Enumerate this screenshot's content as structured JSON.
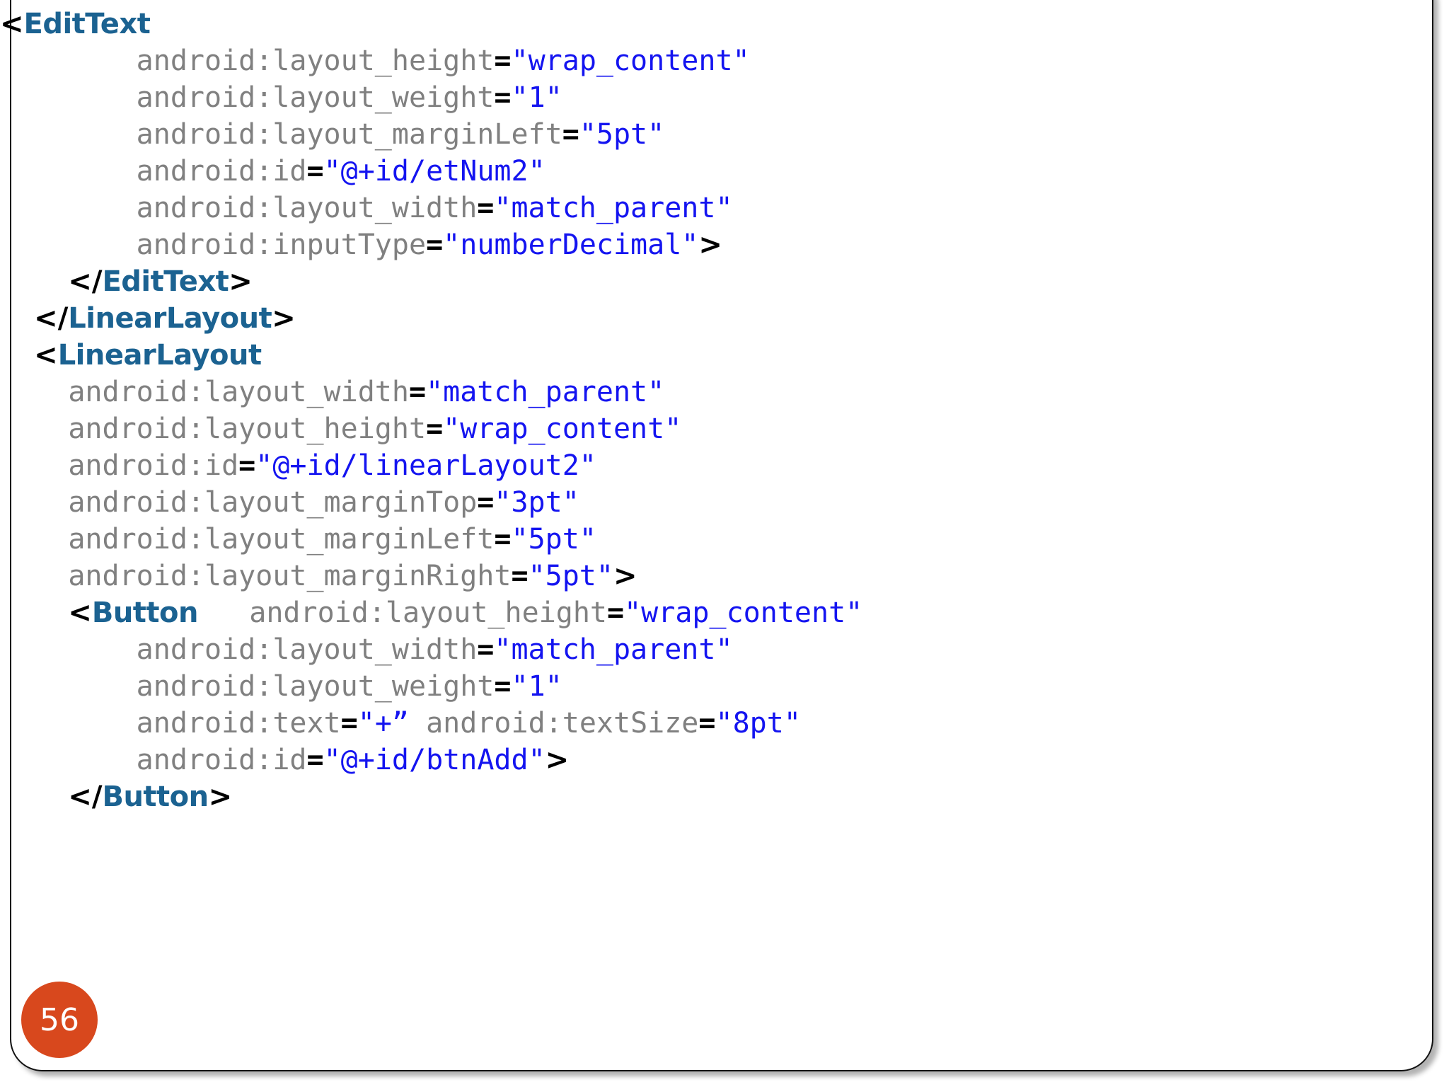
{
  "slide": {
    "page_number": "56",
    "colors": {
      "tag": "#1B6291",
      "attribute": "#808080",
      "value": "#1414F0",
      "punctuation": "#000000",
      "badge_background": "#D8481D",
      "badge_text": "#FFFFFF",
      "card_background": "#FFFFFF",
      "card_border": "#111111"
    }
  },
  "code": {
    "language": "xml",
    "lines": [
      {
        "indent": 0,
        "tokens": [
          {
            "type": "punct",
            "text": "<"
          },
          {
            "type": "tag",
            "text": "EditText"
          }
        ]
      },
      {
        "indent": 4,
        "tokens": [
          {
            "type": "attr",
            "text": "android:layout_height"
          },
          {
            "type": "eq",
            "text": "="
          },
          {
            "type": "val",
            "text": "\"wrap_content\""
          }
        ]
      },
      {
        "indent": 4,
        "tokens": [
          {
            "type": "attr",
            "text": "android:layout_weight"
          },
          {
            "type": "eq",
            "text": "="
          },
          {
            "type": "val",
            "text": "\"1\""
          }
        ]
      },
      {
        "indent": 4,
        "tokens": [
          {
            "type": "attr",
            "text": "android:layout_marginLeft"
          },
          {
            "type": "eq",
            "text": "="
          },
          {
            "type": "val",
            "text": "\"5pt\""
          }
        ]
      },
      {
        "indent": 4,
        "tokens": [
          {
            "type": "attr",
            "text": "android:id"
          },
          {
            "type": "eq",
            "text": "="
          },
          {
            "type": "val",
            "text": "\"@+id/etNum2\""
          }
        ]
      },
      {
        "indent": 4,
        "tokens": [
          {
            "type": "attr",
            "text": "android:layout_width"
          },
          {
            "type": "eq",
            "text": "="
          },
          {
            "type": "val",
            "text": "\"match_parent\""
          }
        ]
      },
      {
        "indent": 4,
        "tokens": [
          {
            "type": "attr",
            "text": "android:inputType"
          },
          {
            "type": "eq",
            "text": "="
          },
          {
            "type": "val",
            "text": "\"numberDecimal\""
          },
          {
            "type": "punct",
            "text": ">"
          }
        ]
      },
      {
        "indent": 2,
        "tokens": [
          {
            "type": "punct",
            "text": "</"
          },
          {
            "type": "tag",
            "text": "EditText"
          },
          {
            "type": "punct",
            "text": ">"
          }
        ]
      },
      {
        "indent": 1,
        "tokens": [
          {
            "type": "punct",
            "text": "</"
          },
          {
            "type": "tag",
            "text": "LinearLayout"
          },
          {
            "type": "punct",
            "text": ">"
          }
        ]
      },
      {
        "indent": 1,
        "tokens": [
          {
            "type": "punct",
            "text": "<"
          },
          {
            "type": "tag",
            "text": "LinearLayout"
          }
        ]
      },
      {
        "indent": 2,
        "tokens": [
          {
            "type": "attr",
            "text": "android:layout_width"
          },
          {
            "type": "eq",
            "text": "="
          },
          {
            "type": "val",
            "text": "\"match_parent\""
          }
        ]
      },
      {
        "indent": 2,
        "tokens": [
          {
            "type": "attr",
            "text": "android:layout_height"
          },
          {
            "type": "eq",
            "text": "="
          },
          {
            "type": "val",
            "text": "\"wrap_content\""
          }
        ]
      },
      {
        "indent": 2,
        "tokens": [
          {
            "type": "attr",
            "text": "android:id"
          },
          {
            "type": "eq",
            "text": "="
          },
          {
            "type": "val",
            "text": "\"@+id/linearLayout2\""
          }
        ]
      },
      {
        "indent": 2,
        "tokens": [
          {
            "type": "attr",
            "text": "android:layout_marginTop"
          },
          {
            "type": "eq",
            "text": "="
          },
          {
            "type": "val",
            "text": "\"3pt\""
          }
        ]
      },
      {
        "indent": 2,
        "tokens": [
          {
            "type": "attr",
            "text": "android:layout_marginLeft"
          },
          {
            "type": "eq",
            "text": "="
          },
          {
            "type": "val",
            "text": "\"5pt\""
          }
        ]
      },
      {
        "indent": 2,
        "tokens": [
          {
            "type": "attr",
            "text": "android:layout_marginRight"
          },
          {
            "type": "eq",
            "text": "="
          },
          {
            "type": "val",
            "text": "\"5pt\""
          },
          {
            "type": "punct",
            "text": ">"
          }
        ]
      },
      {
        "indent": 2,
        "tokens": [
          {
            "type": "punct",
            "text": "<"
          },
          {
            "type": "tag",
            "text": "Button"
          },
          {
            "type": "gap",
            "text": "   "
          },
          {
            "type": "attr",
            "text": "android:layout_height"
          },
          {
            "type": "eq",
            "text": "="
          },
          {
            "type": "val",
            "text": "\"wrap_content\""
          }
        ]
      },
      {
        "indent": 4,
        "tokens": [
          {
            "type": "attr",
            "text": "android:layout_width"
          },
          {
            "type": "eq",
            "text": "="
          },
          {
            "type": "val",
            "text": "\"match_parent\""
          }
        ]
      },
      {
        "indent": 4,
        "tokens": [
          {
            "type": "attr",
            "text": "android:layout_weight"
          },
          {
            "type": "eq",
            "text": "="
          },
          {
            "type": "val",
            "text": "\"1\""
          }
        ]
      },
      {
        "indent": 4,
        "tokens": [
          {
            "type": "attr",
            "text": "android:text"
          },
          {
            "type": "eq",
            "text": "="
          },
          {
            "type": "val",
            "text": "\"+”"
          },
          {
            "type": "gap",
            "text": " "
          },
          {
            "type": "attr",
            "text": "android:textSize"
          },
          {
            "type": "eq",
            "text": "="
          },
          {
            "type": "val",
            "text": "\"8pt\""
          }
        ]
      },
      {
        "indent": 4,
        "tokens": [
          {
            "type": "attr",
            "text": "android:id"
          },
          {
            "type": "eq",
            "text": "="
          },
          {
            "type": "val",
            "text": "\"@+id/btnAdd\""
          },
          {
            "type": "punct",
            "text": ">"
          }
        ]
      },
      {
        "indent": 2,
        "tokens": [
          {
            "type": "punct",
            "text": "</"
          },
          {
            "type": "tag",
            "text": "Button"
          },
          {
            "type": "punct",
            "text": ">"
          }
        ]
      }
    ]
  }
}
